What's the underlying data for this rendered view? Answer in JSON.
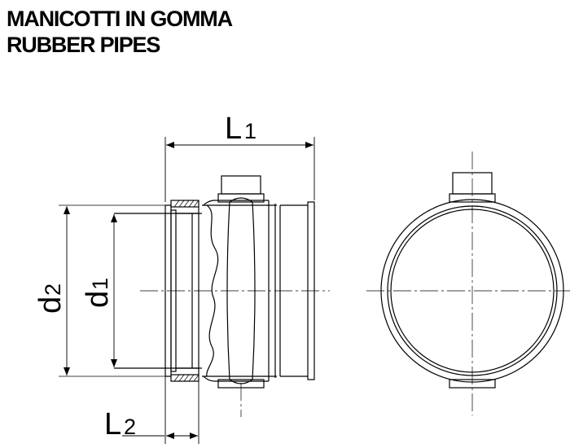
{
  "title": {
    "line1": "MANICOTTI IN GOMMA",
    "line2": "RUBBER PIPES"
  },
  "dimensions": {
    "L1": {
      "letter": "L",
      "index": "1"
    },
    "L2": {
      "letter": "L",
      "index": "2"
    },
    "d1": {
      "letter": "d",
      "index": "1"
    },
    "d2": {
      "letter": "d",
      "index": "2"
    }
  }
}
